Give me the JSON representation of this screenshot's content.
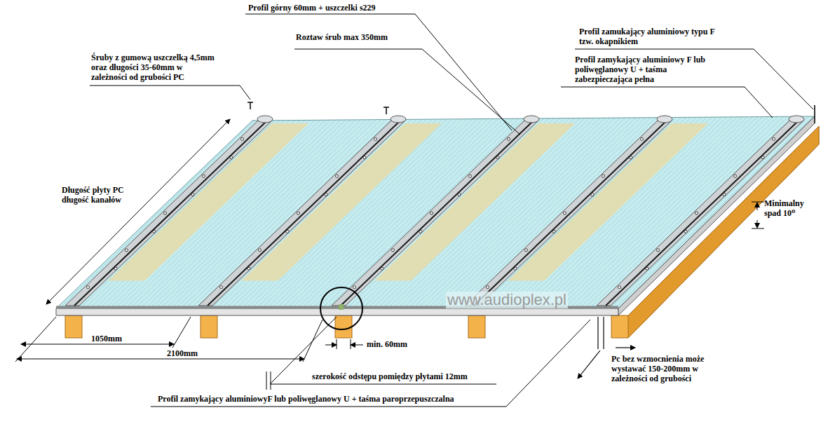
{
  "diagram": {
    "labels": [
      "Profil górny 60mm + uszczelki s229",
      "Roztaw śrub max 350mm",
      "Profil zamukający aluminiowy typu F tzw. okapnikiem",
      "Profil zamykający aluminiowy F lub poliwęglanowy U + taśma zabezpieczająca pełna",
      "Śruby z gumową uszczelką 4,5mm oraz długości 35-60mm w zależności od grubości PC",
      "Długość płyty PC długość kanałów",
      "Minimalny spad 10⁰",
      "www.audioplex.pl",
      "1050mm",
      "2100mm",
      "min. 60mm",
      "szerokość odstępu pomiędzy płytami 12mm",
      "Profil zamykający aluminiowyF lub poliwęglanowy U + taśma paroprzepuszczalna",
      "Pc bez wzmocnienia może wystawać 150-200mm w zależności od grubości"
    ]
  }
}
